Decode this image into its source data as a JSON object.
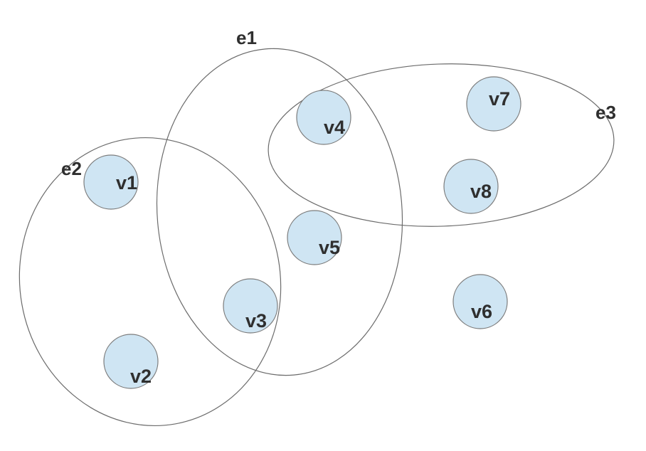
{
  "colors": {
    "vertex_fill": "#cfe5f3",
    "vertex_stroke": "#7c7c7c",
    "edge_stroke": "#6b6b6b",
    "text": "#2f2f2f",
    "background": "#ffffff"
  },
  "hypergraph": {
    "vertices": [
      {
        "id": "v1",
        "label": "v1"
      },
      {
        "id": "v2",
        "label": "v2"
      },
      {
        "id": "v3",
        "label": "v3"
      },
      {
        "id": "v4",
        "label": "v4"
      },
      {
        "id": "v5",
        "label": "v5"
      },
      {
        "id": "v6",
        "label": "v6"
      },
      {
        "id": "v7",
        "label": "v7"
      },
      {
        "id": "v8",
        "label": "v8"
      }
    ],
    "edges": [
      {
        "id": "e1",
        "label": "e1",
        "members": [
          "v3",
          "v4",
          "v5"
        ]
      },
      {
        "id": "e2",
        "label": "e2",
        "members": [
          "v1",
          "v2",
          "v3"
        ]
      },
      {
        "id": "e3",
        "label": "e3",
        "members": [
          "v4",
          "v7",
          "v8"
        ]
      }
    ]
  }
}
